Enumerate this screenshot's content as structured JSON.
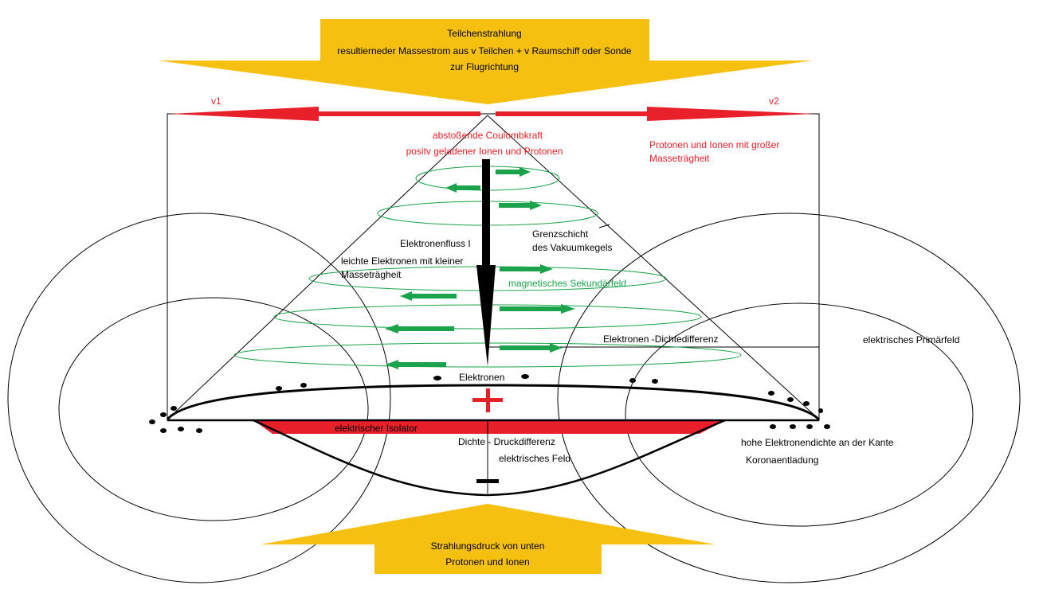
{
  "colors": {
    "yellow": "#f5c010",
    "red": "#e8202a",
    "green": "#1aa34a",
    "black": "#000000"
  },
  "top_arrow": {
    "line1": "Teilchenstrahlung",
    "line2": "resultierneder Massestrom aus v Teilchen + v Raumschiff oder Sonde",
    "line3": "zur Flugrichtung"
  },
  "v_labels": {
    "left": "v1",
    "right": "v2"
  },
  "red_text": {
    "coulomb1": "abstoßende Coulombkraft",
    "coulomb2": "positv geladener Ionen und Protonen",
    "inertia1": "Protonen und Ionen mit großer",
    "inertia2": "Masseträgheit"
  },
  "black_text": {
    "electron_flow1": "Elektronenfluss I",
    "electron_flow2": "leichte Elektronen mit kleiner",
    "electron_flow3": "Masseträgheit",
    "boundary1": "Grenzschicht",
    "boundary2": "des Vakuumkegels",
    "density_diff": "Elektronen -Dichtedifferenz",
    "primary_field": "elektrisches Primärfeld",
    "electrons": "Elektronen",
    "isolator": "elektrischer Isolator",
    "pressure_diff": "Dichte - Druckdifferenz",
    "electric_field": "elektrisches Feld",
    "edge_density": "hohe Elektronendichte an der Kante",
    "corona": "Koronaentladung"
  },
  "green_text": {
    "secondary_field": "magnetisches Sekundärfeld"
  },
  "bottom_arrow": {
    "line1": "Strahlungsdruck von unten",
    "line2": "Protonen und Ionen"
  }
}
